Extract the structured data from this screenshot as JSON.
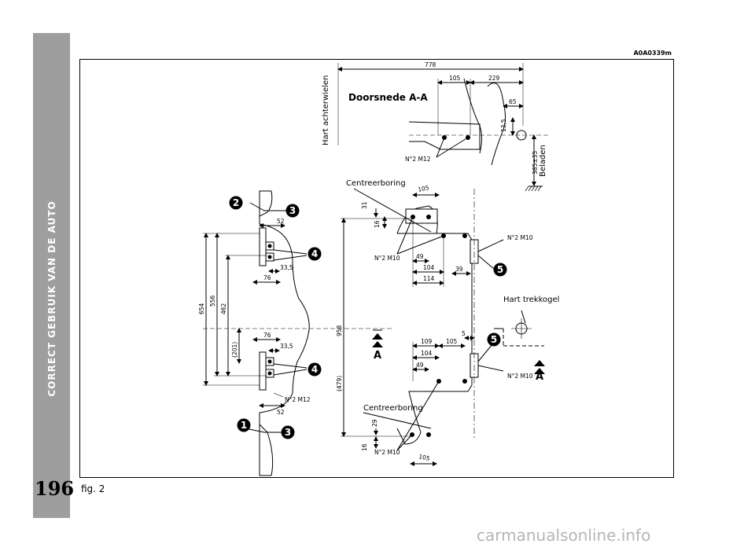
{
  "sidebar": {
    "title": "CORRECT GEBRUIK VAN DE AUTO"
  },
  "page": {
    "number": "196"
  },
  "figure": {
    "ref_code": "A0A0339m",
    "caption": "fig. 2",
    "labels": {
      "section": "Doorsnede A-A",
      "rear_axle": "Hart achterwielen",
      "loaded": "Beladen",
      "center_bore_top": "Centreerboring",
      "center_bore_bottom": "Centreerboring",
      "tow_ball": "Hart trekkogel",
      "section_marker": "A",
      "bolts_m12": "N°2 M12",
      "bolts_m10": "N°2 M10"
    },
    "dimensions": {
      "d778": "778",
      "d105": "105",
      "d229": "229",
      "d65": "65",
      "d13_5": "13,5",
      "d385": "385±35",
      "d52": "52",
      "d33_5": "33,5",
      "d76": "76",
      "d654": "654",
      "d556": "556",
      "d462": "462",
      "d201": "(201)",
      "d958": "958",
      "d479": "(479)",
      "d31": "31",
      "d16": "16",
      "d29": "29",
      "d49": "49",
      "d104": "104",
      "d114": "114",
      "d39": "39",
      "d109": "109",
      "d5": "5"
    },
    "callouts": [
      "1",
      "2",
      "3",
      "4",
      "5"
    ]
  },
  "watermark": "carmanualsonline.info"
}
